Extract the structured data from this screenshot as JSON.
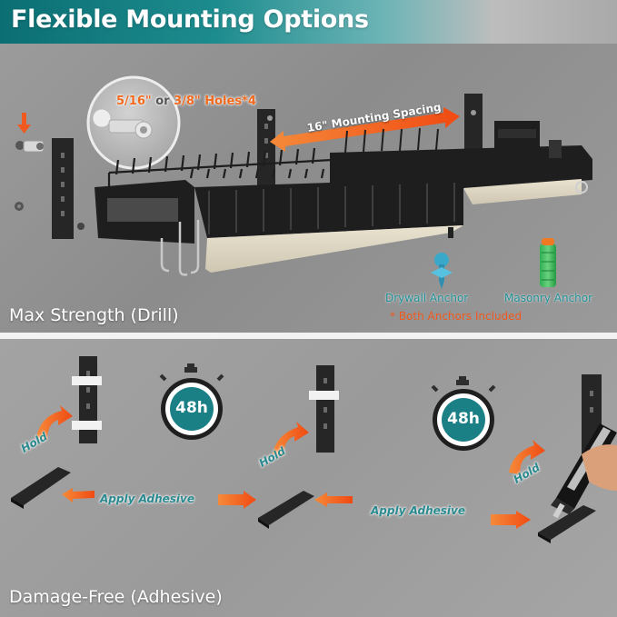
{
  "header": {
    "title": "Flexible Mounting Options"
  },
  "drill_section": {
    "holes_size_a": "5/16\"",
    "holes_or": "or",
    "holes_size_b": "3/8\"",
    "holes_suffix": "Holes*4",
    "spacing_label": "16\" Mounting Spacing",
    "drywall_anchor": "Drywall Anchor",
    "masonry_anchor": "Masonry Anchor",
    "anchors_note": "* Both Anchors Included",
    "caption": "Max Strength (Drill)"
  },
  "adhesive_section": {
    "hold_1": "Hold",
    "hold_2": "Hold",
    "hold_3": "Hold",
    "timer_1": "48h",
    "timer_2": "48h",
    "apply_1": "Apply Adhesive",
    "apply_2": "Apply Adhesive",
    "caption": "Damage-Free (Adhesive)"
  },
  "colors": {
    "brand_teal": "#0b6e73",
    "accent_orange": "#f05a1e",
    "label_teal": "#1f8f97",
    "rack_black": "#1e1e1e"
  },
  "icons": [
    "drill-arrow-icon",
    "screw-icon",
    "drywall-anchor-icon",
    "masonry-anchor-icon",
    "stopwatch-icon",
    "adhesive-tube-icon",
    "curved-arrow-icon"
  ]
}
